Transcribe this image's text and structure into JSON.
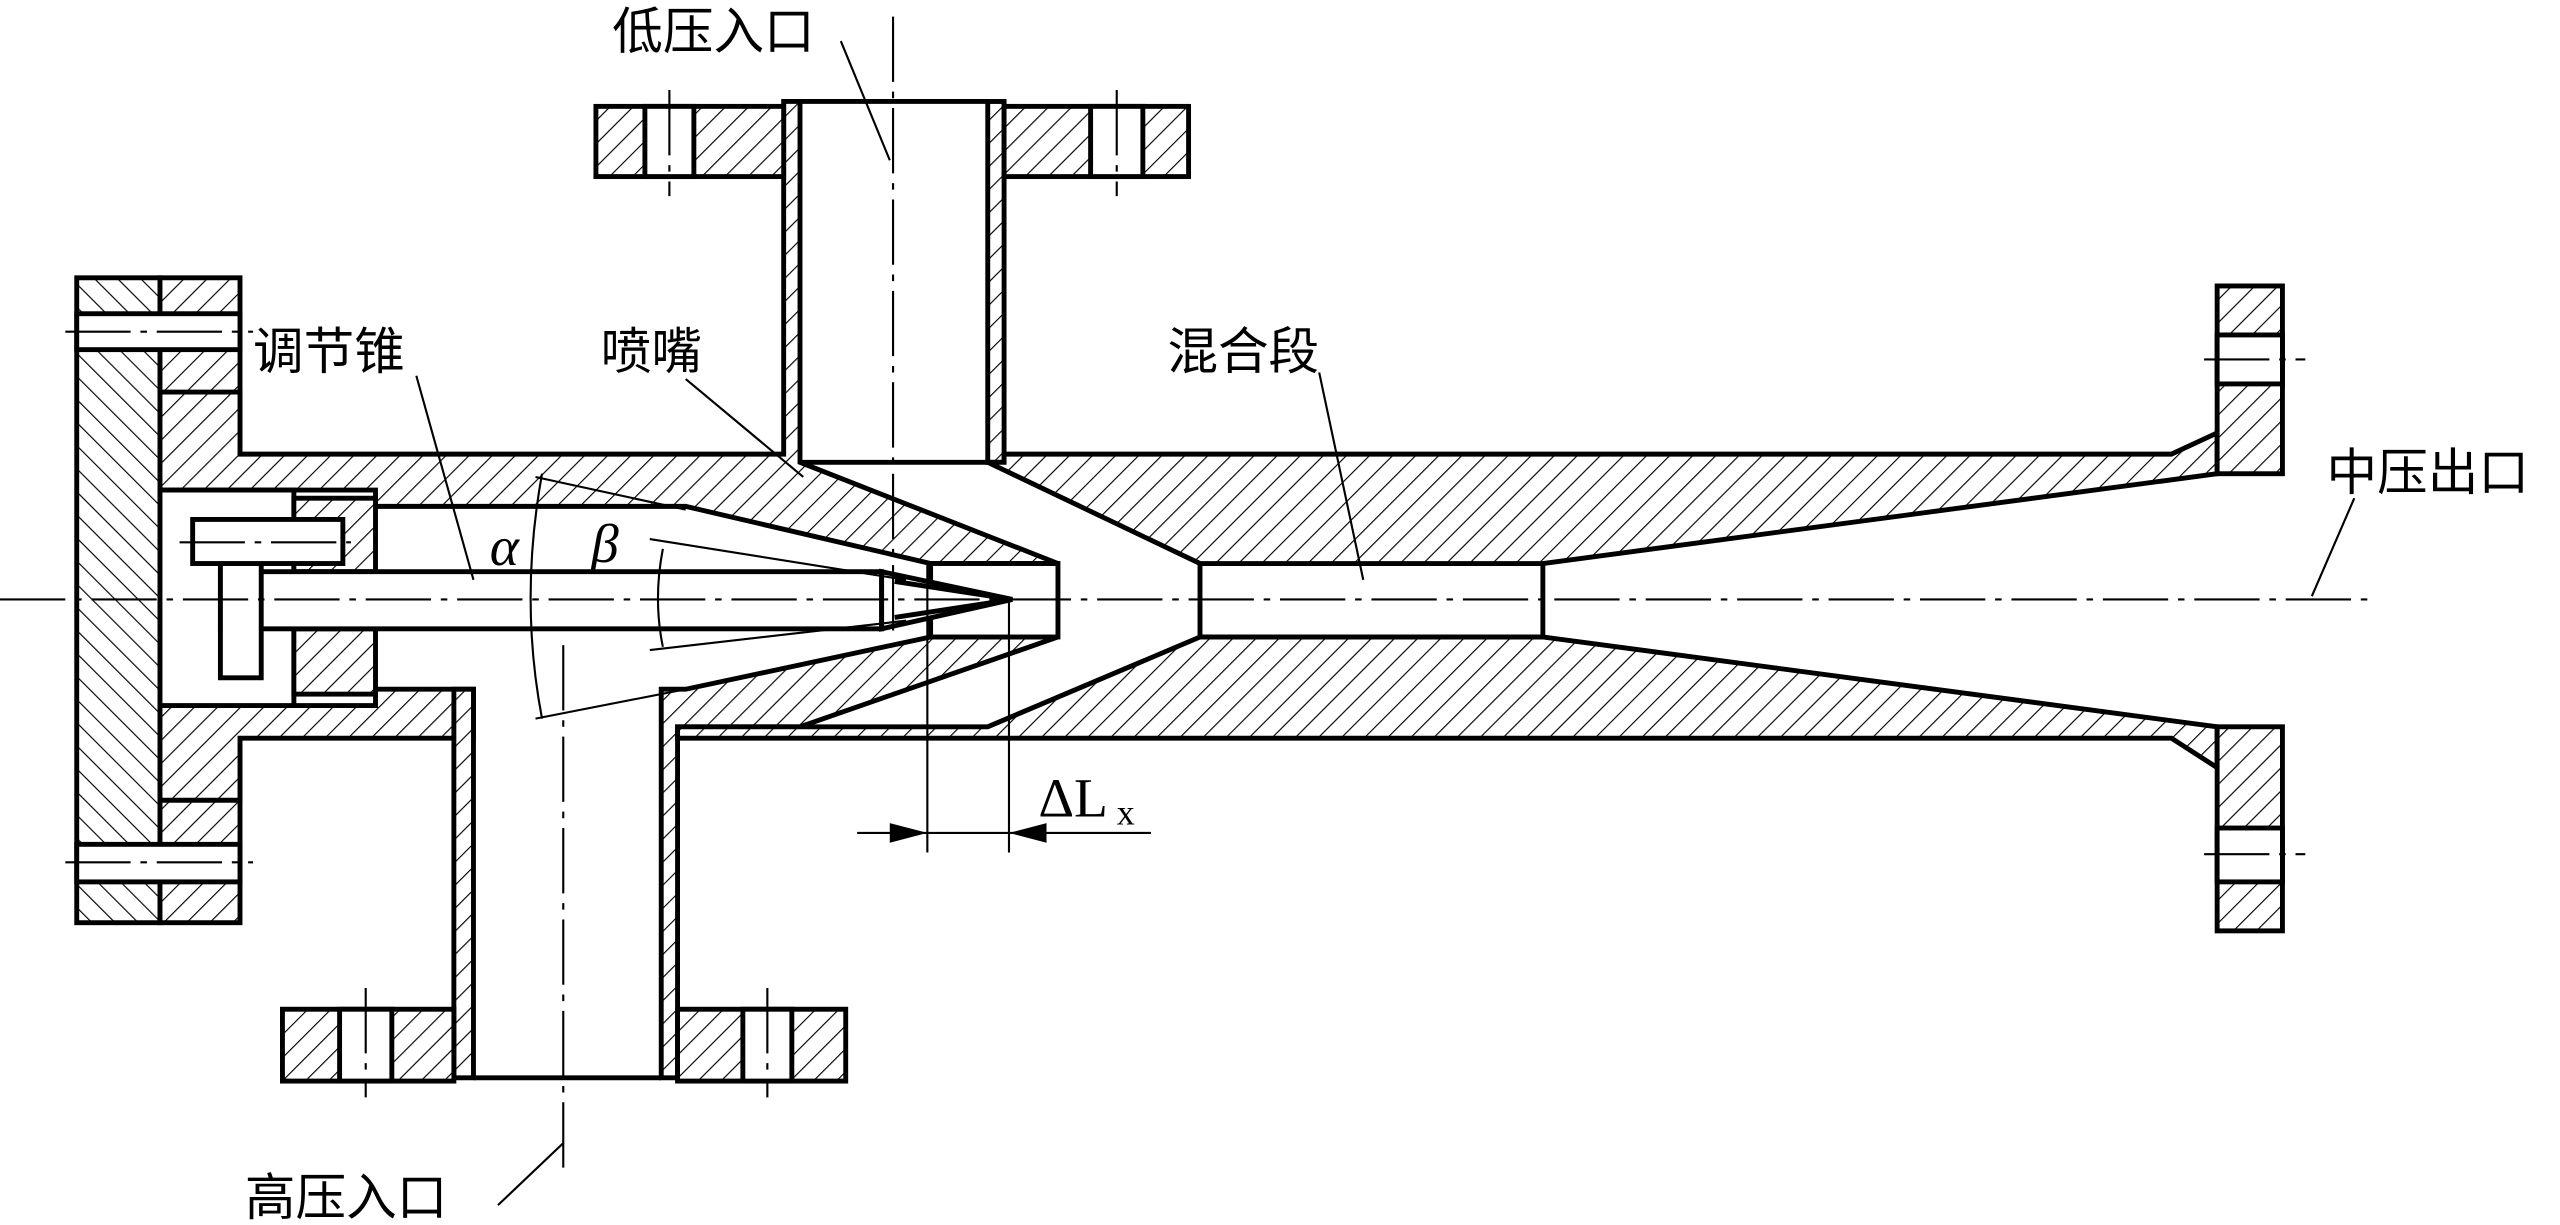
{
  "diagram": {
    "title": "Ejector cross-section",
    "labels": {
      "low_pressure_inlet": "低压入口",
      "adjusting_cone": "调节锥",
      "nozzle": "喷嘴",
      "mixing_section": "混合段",
      "medium_pressure_outlet": "中压出口",
      "high_pressure_inlet": "高压入口",
      "alpha": "α",
      "beta": "β",
      "delta_l": "ΔL",
      "delta_l_sub": "x"
    },
    "colors": {
      "line": "#000000",
      "background": "#ffffff"
    }
  }
}
